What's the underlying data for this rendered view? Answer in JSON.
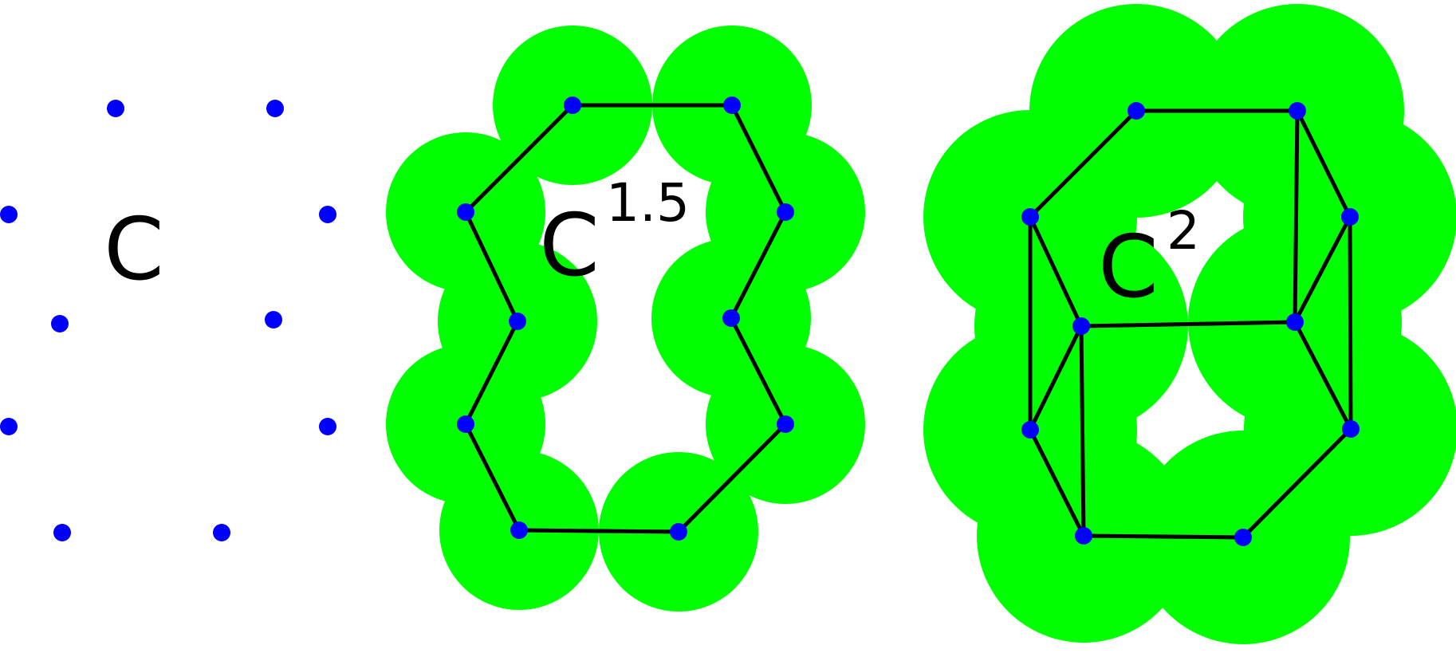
{
  "colors": {
    "background": "#ffffff",
    "ball": "#00ff00",
    "point": "#0000ff",
    "edge": "#000000",
    "text": "#000000"
  },
  "panels": [
    {
      "id": "point-set",
      "label_base": "C",
      "label_exp": "",
      "filtration": 1.0,
      "show_balls": false,
      "points": [
        [
          145,
          136
        ],
        [
          345,
          136
        ],
        [
          11,
          269
        ],
        [
          411,
          269
        ],
        [
          75,
          406
        ],
        [
          343,
          401
        ],
        [
          11,
          535
        ],
        [
          411,
          535
        ],
        [
          78,
          668
        ],
        [
          278,
          668
        ]
      ],
      "edges": []
    },
    {
      "id": "c-1-5",
      "label_base": "C",
      "label_exp": "1.5",
      "filtration": 1.5,
      "show_balls": true,
      "points": [
        [
          718,
          132
        ],
        [
          918,
          132
        ],
        [
          584,
          266
        ],
        [
          985,
          266
        ],
        [
          649,
          403
        ],
        [
          917,
          399
        ],
        [
          584,
          532
        ],
        [
          985,
          532
        ],
        [
          651,
          665
        ],
        [
          851,
          667
        ]
      ],
      "edges": [
        [
          0,
          1
        ],
        [
          0,
          2
        ],
        [
          1,
          3
        ],
        [
          2,
          4
        ],
        [
          3,
          5
        ],
        [
          4,
          6
        ],
        [
          5,
          7
        ],
        [
          6,
          8
        ],
        [
          7,
          9
        ],
        [
          8,
          9
        ]
      ]
    },
    {
      "id": "c-2",
      "label_base": "C",
      "label_exp": "2",
      "filtration": 2.0,
      "show_balls": true,
      "points": [
        [
          1425,
          139
        ],
        [
          1627,
          139
        ],
        [
          1292,
          272
        ],
        [
          1693,
          272
        ],
        [
          1356,
          409
        ],
        [
          1624,
          404
        ],
        [
          1292,
          539
        ],
        [
          1694,
          538
        ],
        [
          1359,
          672
        ],
        [
          1559,
          674
        ]
      ],
      "edges": [
        [
          0,
          1
        ],
        [
          0,
          2
        ],
        [
          1,
          3
        ],
        [
          1,
          5
        ],
        [
          2,
          4
        ],
        [
          2,
          6
        ],
        [
          3,
          5
        ],
        [
          3,
          7
        ],
        [
          4,
          5
        ],
        [
          4,
          6
        ],
        [
          4,
          8
        ],
        [
          5,
          7
        ],
        [
          6,
          8
        ],
        [
          7,
          9
        ],
        [
          8,
          9
        ]
      ]
    }
  ]
}
